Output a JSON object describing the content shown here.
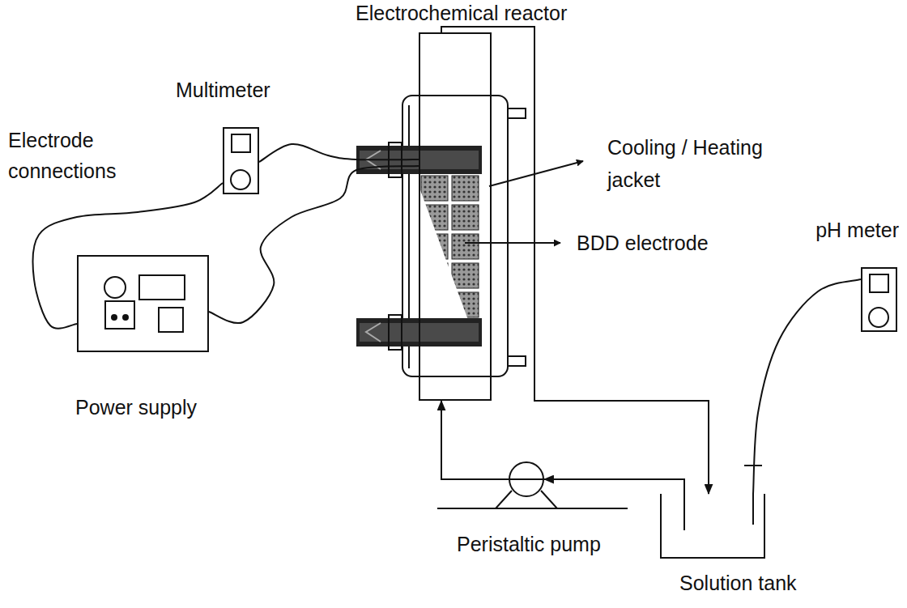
{
  "diagram": {
    "nodes": [
      {
        "text": [
          "Electrochemical reactor"
        ]
      },
      {
        "text": [
          "Multimeter"
        ]
      },
      {
        "text": [
          "Power supply"
        ]
      },
      {
        "text": [
          "pH meter"
        ]
      },
      {
        "text": [
          "Peristaltic pump"
        ]
      },
      {
        "text": [
          "Solution tank"
        ]
      }
    ],
    "edges": [
      {
        "from": 0,
        "to": 5,
        "arrow": "to"
      },
      {
        "from": 5,
        "to": 4,
        "arrow": "to"
      },
      {
        "from": 4,
        "to": 0,
        "arrow": "to"
      },
      {
        "from": 2,
        "to": 1,
        "arrow": "none"
      },
      {
        "from": 1,
        "to": 0,
        "arrow": "none"
      },
      {
        "from": 2,
        "to": 0,
        "arrow": "none"
      },
      {
        "from": 3,
        "to": 5,
        "arrow": "none"
      }
    ],
    "labels": [
      "Electrode connections",
      "Cooling / Heating jacket",
      "BDD electrode"
    ]
  }
}
